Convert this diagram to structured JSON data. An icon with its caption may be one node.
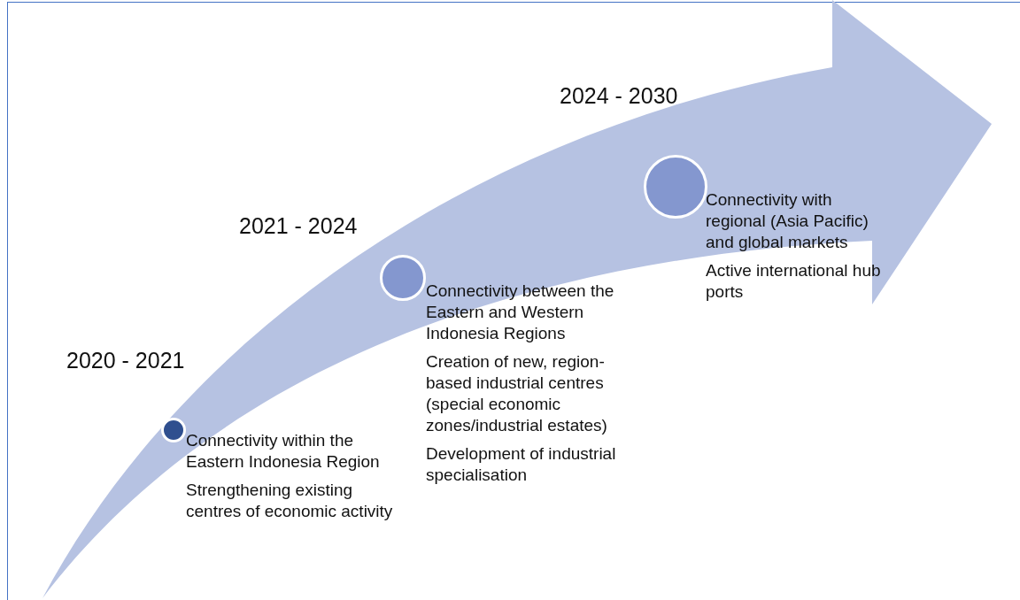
{
  "diagram": {
    "nodes": [
      {
        "text": [],
        "shape": "circle",
        "beside": [
          "Connectivity within the Eastern Indonesia Region",
          "Strengthening existing centres of economic activity"
        ]
      },
      {
        "text": [],
        "shape": "circle",
        "beside": [
          "Connectivity between the Eastern and Western Indonesia Regions",
          "Creation of new, region-based industrial centres (special economic zones/industrial estates)",
          "Development of industrial specialisation"
        ]
      },
      {
        "text": [],
        "shape": "circle",
        "beside": [
          "Connectivity with regional (Asia Pacific) and global markets",
          "Active international hub ports"
        ]
      }
    ],
    "labels": [
      "2024 - 2030",
      "2021 - 2024",
      "2020 - 2021"
    ]
  }
}
